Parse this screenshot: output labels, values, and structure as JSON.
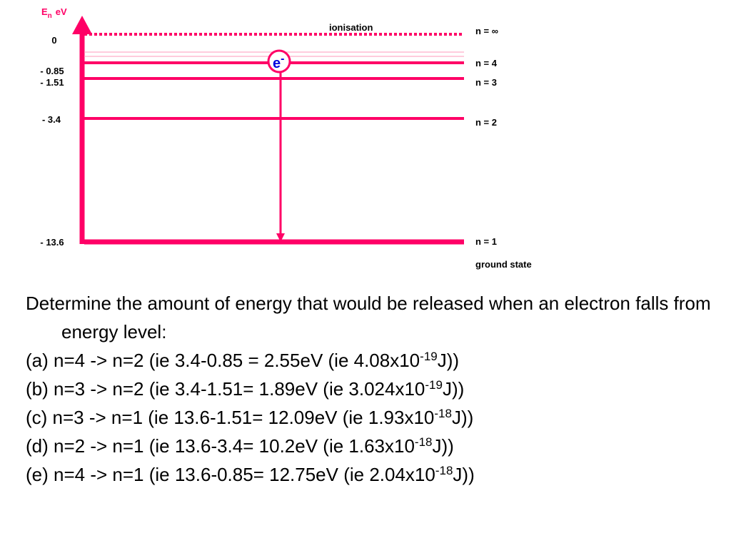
{
  "diagram": {
    "axis_symbol": "E",
    "axis_subscript": "n",
    "axis_unit": "eV",
    "ionisation_label": "ionisation",
    "electron_symbol": "e",
    "electron_charge": "-",
    "ground_state_label": "ground state",
    "levels": [
      {
        "energy_label": "0",
        "state_label": "n = ∞",
        "style": "dotted"
      },
      {
        "energy_label": "- 0.85",
        "state_label": "n = 4",
        "style": "solid"
      },
      {
        "energy_label": "- 1.51",
        "state_label": "n = 3",
        "style": "solid"
      },
      {
        "energy_label": "- 3.4",
        "state_label": "n = 2",
        "style": "solid"
      },
      {
        "energy_label": "- 13.6",
        "state_label": "n = 1",
        "style": "solid"
      }
    ],
    "colors": {
      "level": "#ff0066",
      "faint_level": "#ff99bb",
      "electron_text": "#0000dd",
      "electron_fill": "#ffffff"
    }
  },
  "questions": {
    "intro": "Determine the amount of energy that would be released when an electron falls from energy level:",
    "items": [
      {
        "main": "(a) n=4 -> n=2 (ie 3.4-0.85 = 2.55eV (ie 4.08x10",
        "exp": "-19",
        "tail": "J))"
      },
      {
        "main": "(b) n=3 -> n=2 (ie 3.4-1.51= 1.89eV (ie 3.024x10",
        "exp": "-19",
        "tail": "J))"
      },
      {
        "main": "(c) n=3 -> n=1 (ie 13.6-1.51= 12.09eV (ie 1.93x10",
        "exp": "-18",
        "tail": "J))"
      },
      {
        "main": "(d) n=2 -> n=1 (ie 13.6-3.4= 10.2eV (ie 1.63x10",
        "exp": "-18",
        "tail": "J))"
      },
      {
        "main": "(e) n=4 -> n=1 (ie 13.6-0.85= 12.75eV (ie 2.04x10",
        "exp": "-18",
        "tail": "J))"
      }
    ]
  }
}
